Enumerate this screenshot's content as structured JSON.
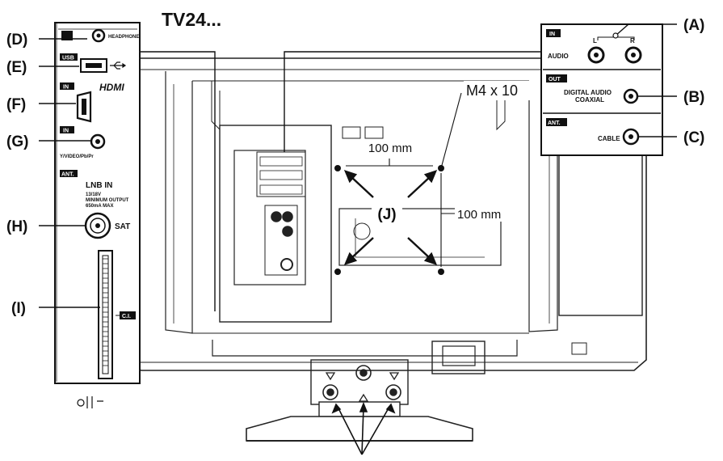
{
  "title": "TV24...",
  "callouts": {
    "a": "(A)",
    "b": "(B)",
    "c": "(C)",
    "d": "(D)",
    "e": "(E)",
    "f": "(F)",
    "g": "(G)",
    "h": "(H)",
    "i": "(I)",
    "j": "(J)"
  },
  "mount": {
    "screw_spec": "M4 x 10",
    "h_spacing": "100 mm",
    "v_spacing": "100 mm"
  },
  "left_panel": {
    "headphone_label": "HEADPHONE",
    "usb_tag": "USB",
    "hdmi_in_tag": "IN",
    "hdmi_logo": "HDMI",
    "video_in_tag": "IN",
    "video_label": "Y/VIDEO/Pb/Pr",
    "ant_tag": "ANT.",
    "lnb_title": "LNB IN",
    "lnb_spec_1": "13/18V",
    "lnb_spec_2": "MINIMUM OUTPUT",
    "lnb_spec_3": "650mA MAX",
    "sat_label": "SAT",
    "ci_label": "C.I."
  },
  "right_panel": {
    "audio_in_tag": "IN",
    "audio_l": "L",
    "audio_r": "R",
    "audio_label": "AUDIO",
    "out_tag": "OUT",
    "digital_audio_1": "DIGITAL AUDIO",
    "digital_audio_2": "COAXIAL",
    "ant_tag": "ANT.",
    "cable_label": "CABLE"
  }
}
